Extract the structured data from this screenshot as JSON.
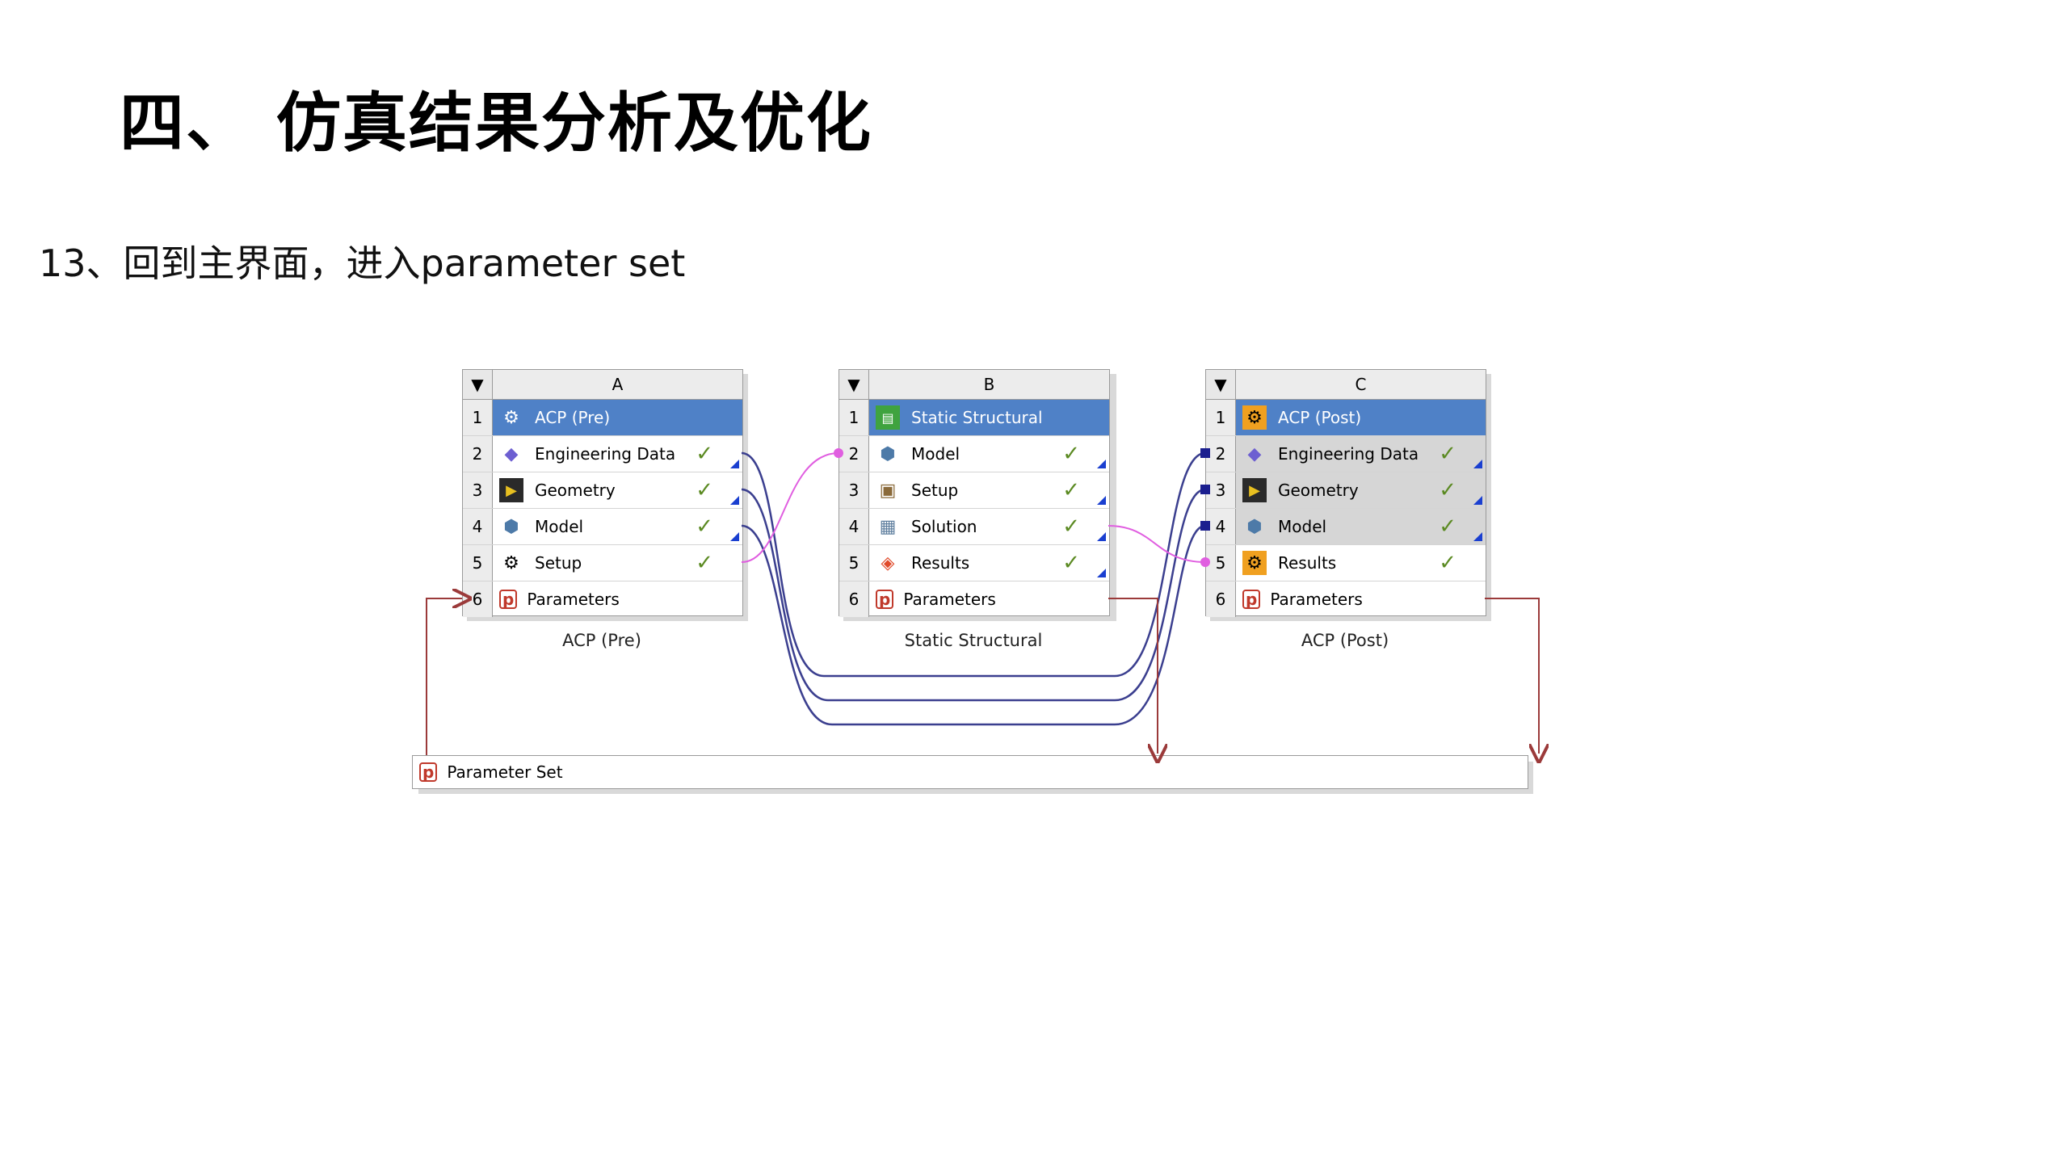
{
  "title": "四、  仿真结果分析及优化",
  "step": "13、回到主界面，进入parameter set",
  "systems": [
    {
      "letter": "A",
      "caption": "ACP (Pre)",
      "rows": [
        {
          "num": "1",
          "label": "ACP (Pre)",
          "icon": "gears-icon",
          "status": ""
        },
        {
          "num": "2",
          "label": "Engineering Data",
          "icon": "engineering-data-icon",
          "status": "✓"
        },
        {
          "num": "3",
          "label": "Geometry",
          "icon": "geometry-icon",
          "status": "✓"
        },
        {
          "num": "4",
          "label": "Model",
          "icon": "model-icon",
          "status": "✓"
        },
        {
          "num": "5",
          "label": "Setup",
          "icon": "setup-gears-icon",
          "status": "✓"
        },
        {
          "num": "6",
          "label": "Parameters",
          "icon": "parameters-icon",
          "status": ""
        }
      ]
    },
    {
      "letter": "B",
      "caption": "Static Structural",
      "rows": [
        {
          "num": "1",
          "label": "Static Structural",
          "icon": "static-structural-icon",
          "status": ""
        },
        {
          "num": "2",
          "label": "Model",
          "icon": "model-icon",
          "status": "✓"
        },
        {
          "num": "3",
          "label": "Setup",
          "icon": "setup-icon",
          "status": "✓"
        },
        {
          "num": "4",
          "label": "Solution",
          "icon": "solution-icon",
          "status": "✓"
        },
        {
          "num": "5",
          "label": "Results",
          "icon": "results-icon",
          "status": "✓"
        },
        {
          "num": "6",
          "label": "Parameters",
          "icon": "parameters-icon",
          "status": ""
        }
      ]
    },
    {
      "letter": "C",
      "caption": "ACP (Post)",
      "rows": [
        {
          "num": "1",
          "label": "ACP (Post)",
          "icon": "gears-icon",
          "status": ""
        },
        {
          "num": "2",
          "label": "Engineering Data",
          "icon": "engineering-data-icon",
          "status": "✓"
        },
        {
          "num": "3",
          "label": "Geometry",
          "icon": "geometry-icon",
          "status": "✓"
        },
        {
          "num": "4",
          "label": "Model",
          "icon": "model-icon",
          "status": "✓"
        },
        {
          "num": "5",
          "label": "Results",
          "icon": "results-icon",
          "status": "✓"
        },
        {
          "num": "6",
          "label": "Parameters",
          "icon": "parameters-icon",
          "status": ""
        }
      ]
    }
  ],
  "parameter_set": "Parameter Set",
  "colors": {
    "selected_row": "#4f81c7",
    "check": "#5b8a22",
    "link_data": "#3b3f8f",
    "link_pink": "#e05ee0",
    "link_param": "#9b3a3a"
  }
}
